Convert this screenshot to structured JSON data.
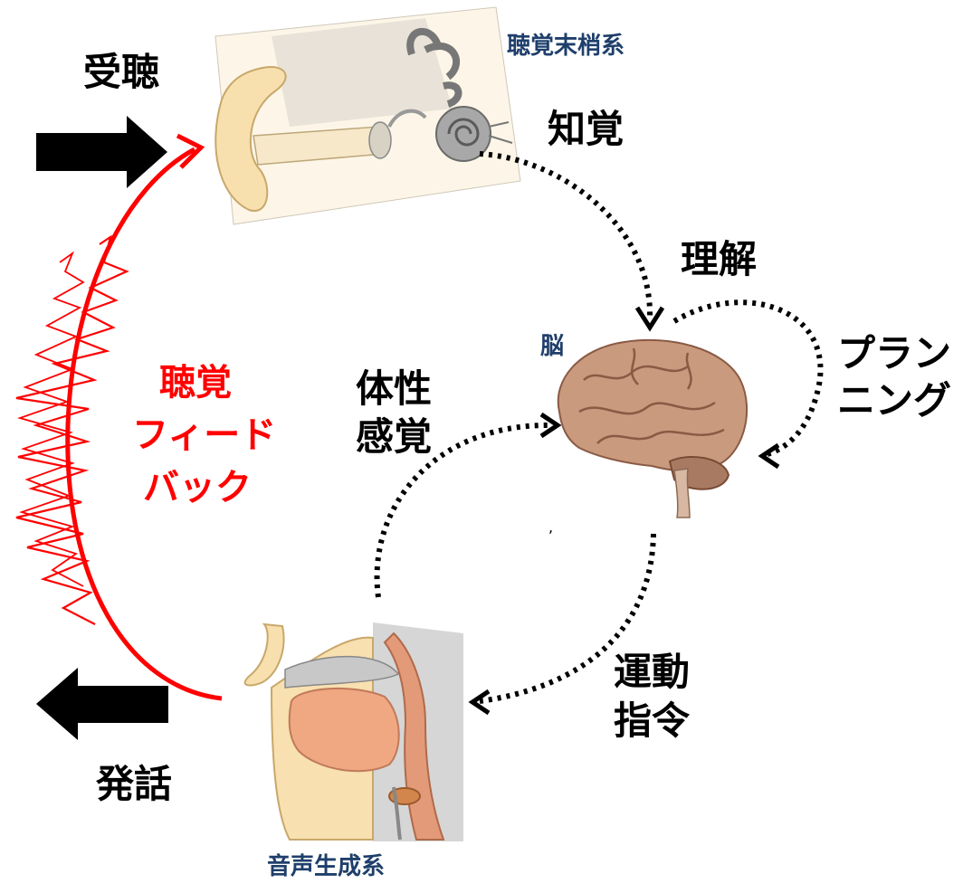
{
  "labels": {
    "reception": "受聴",
    "peripheral_auditory": "聴覚末梢系",
    "perception": "知覚",
    "understanding": "理解",
    "brain": "脳",
    "planning_line1": "プラン",
    "planning_line2": "ニング",
    "somatosensory_line1": "体性",
    "somatosensory_line2": "感覚",
    "auditory_feedback_line1": "聴覚",
    "auditory_feedback_line2": "フィード",
    "auditory_feedback_line3": "バック",
    "motor_command_line1": "運動",
    "motor_command_line2": "指令",
    "speech": "発話",
    "speech_production": "音声生成系"
  },
  "colors": {
    "feedback": "#ff0000",
    "blue_label": "#1f3f6b",
    "ear_skin": "#f8e4b8",
    "brain": "#c99a7e",
    "tract_tissue": "#f0a882"
  },
  "icons": [
    "ear-illustration",
    "brain-illustration",
    "vocal-tract-illustration",
    "input-arrow-icon",
    "output-arrow-icon"
  ]
}
